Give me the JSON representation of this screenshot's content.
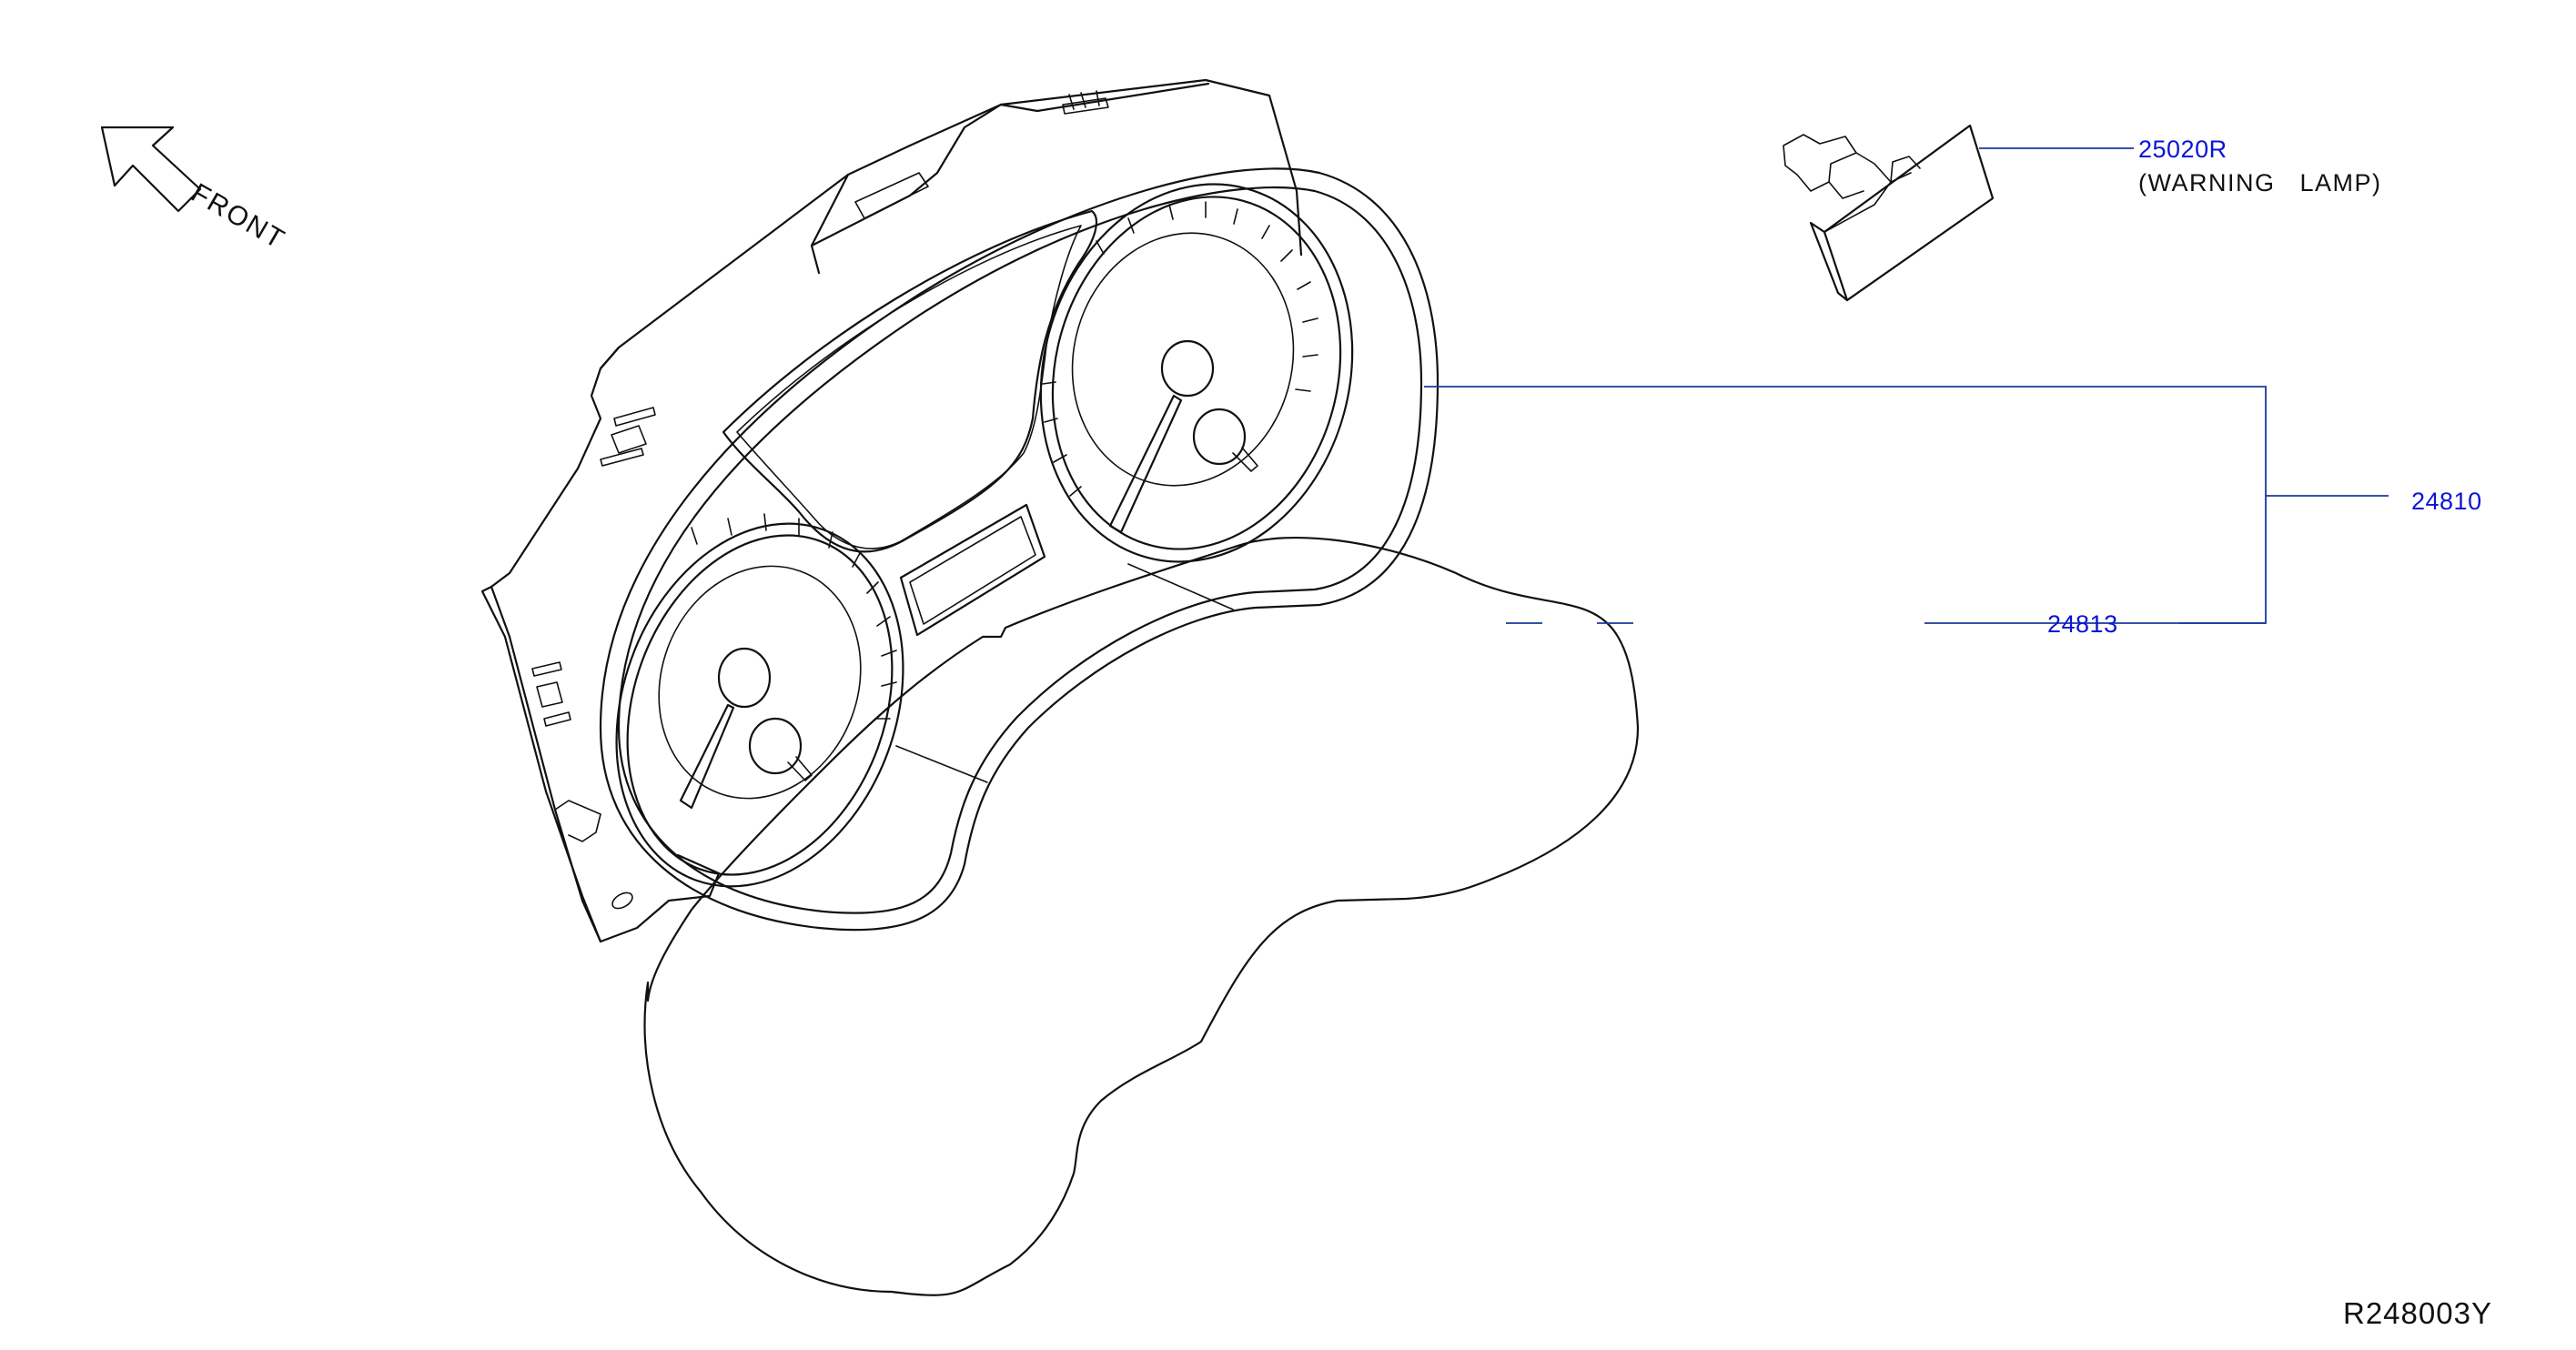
{
  "colors": {
    "line_art": "#111111",
    "callout": "#1a3a9c",
    "callout_text": "#0a14d6",
    "code_text": "#111111",
    "background": "#ffffff"
  },
  "front_indicator": {
    "label": "FRONT",
    "icon": "front-arrow-icon"
  },
  "parts": [
    {
      "number": "25020R",
      "description": "(WARNING   LAMP)"
    },
    {
      "number": "24810",
      "description": ""
    },
    {
      "number": "24813",
      "description": ""
    }
  ],
  "illustration_code": "R248003Y"
}
